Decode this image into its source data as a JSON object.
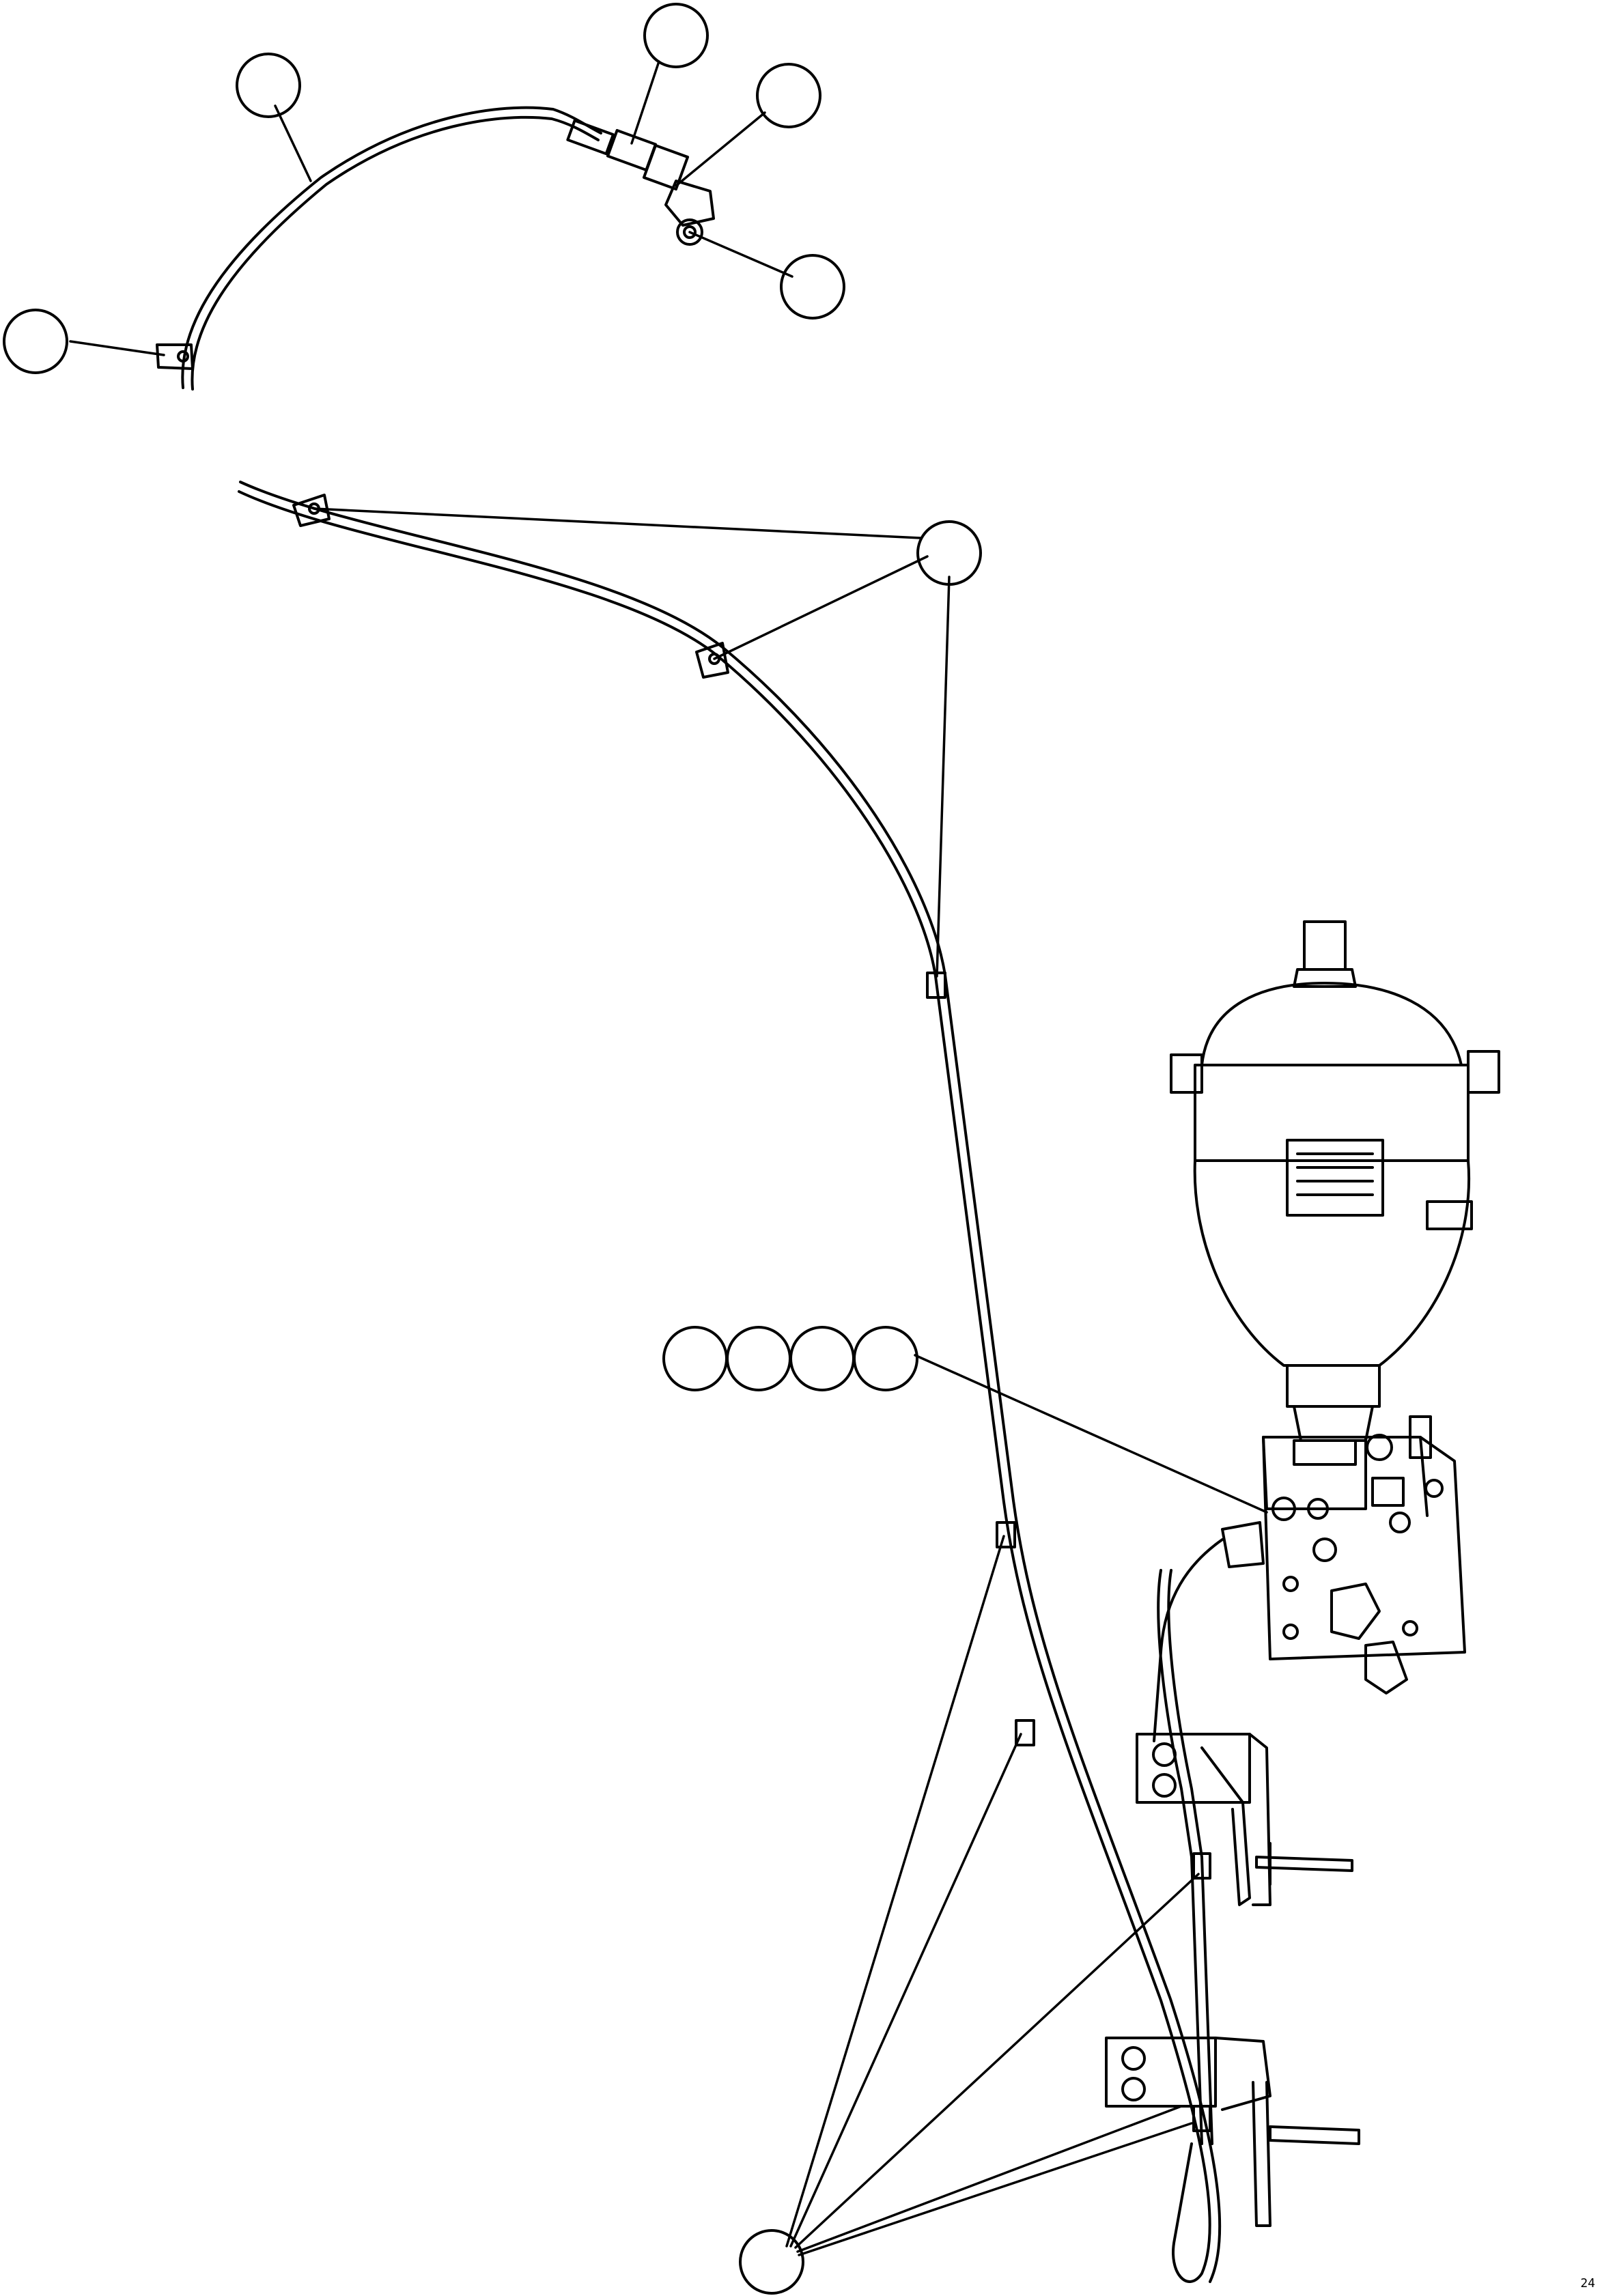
{
  "diagram": {
    "callouts": [
      {
        "id": "callout-top-left",
        "label": ""
      },
      {
        "id": "callout-top-center",
        "label": ""
      },
      {
        "id": "callout-top-right",
        "label": ""
      },
      {
        "id": "callout-fitting",
        "label": ""
      },
      {
        "id": "callout-clip-left",
        "label": ""
      },
      {
        "id": "callout-clamps-upper",
        "label": ""
      },
      {
        "id": "callout-group-1",
        "label": ""
      },
      {
        "id": "callout-group-2",
        "label": ""
      },
      {
        "id": "callout-group-3",
        "label": ""
      },
      {
        "id": "callout-group-4",
        "label": ""
      },
      {
        "id": "callout-clamps-lower",
        "label": ""
      }
    ],
    "corner_mark": "24",
    "line_color": "#000000",
    "background": "#ffffff"
  }
}
